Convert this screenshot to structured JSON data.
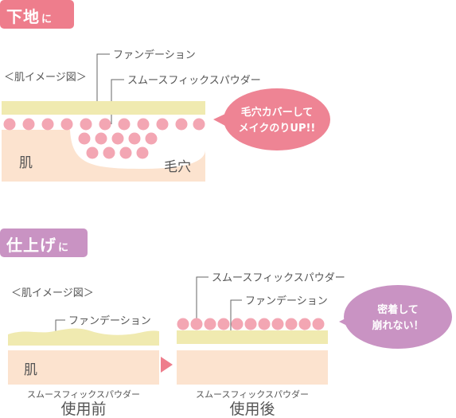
{
  "section1": {
    "tag_main": "下地",
    "tag_suffix": "に",
    "image_caption": "＜肌イメージ図＞",
    "label_foundation": "ファンデーション",
    "label_powder": "スムースフィックスパウダー",
    "label_skin": "肌",
    "label_pore": "毛穴",
    "bubble_line1": "毛穴カバーして",
    "bubble_line2": "メイクのりUP!!"
  },
  "section2": {
    "tag_main": "仕上げ",
    "tag_suffix": "に",
    "image_caption": "＜肌イメージ図＞",
    "label_foundation_before": "ファンデーション",
    "label_skin": "肌",
    "label_powder_after": "スムースフィックスパウダー",
    "label_foundation_after": "ファンデーション",
    "bubble_line1": "密着して",
    "bubble_line2": "崩れない！",
    "caption_before_small": "スムースフィックスパウダー",
    "caption_before_big": "使用前",
    "caption_after_small": "スムースフィックスパウダー",
    "caption_after_big": "使用後"
  },
  "colors": {
    "pink_tag": "#ee7d8c",
    "purple_tag": "#c993c3",
    "skin": "#fce3cf",
    "foundation": "#f0eab0",
    "powder_dot": "#f3a6b3",
    "bubble_pink": "#ee8494",
    "bubble_purple": "#c993c3"
  }
}
